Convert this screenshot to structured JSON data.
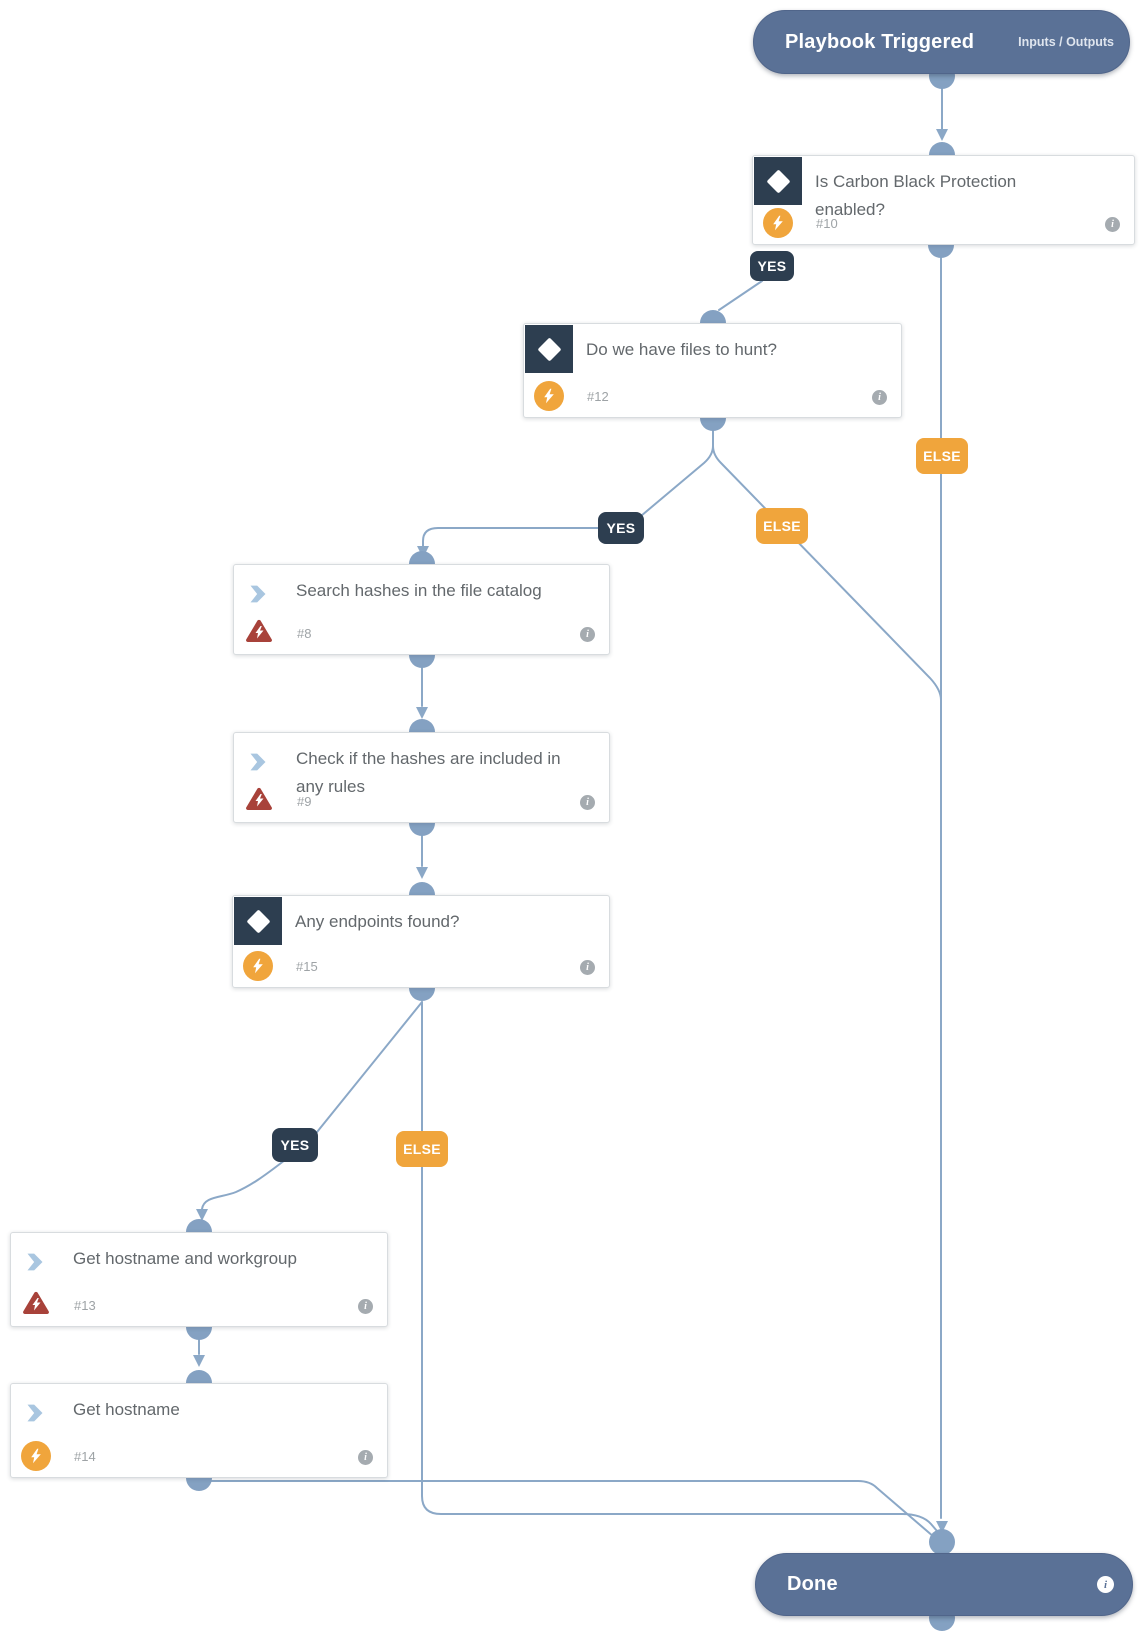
{
  "start": {
    "title": "Playbook Triggered",
    "link": "Inputs / Outputs"
  },
  "end": {
    "title": "Done"
  },
  "labels": {
    "yes": "YES",
    "else": "ELSE"
  },
  "nodes": {
    "n10": {
      "id": "#10",
      "title": "Is Carbon Black Protection enabled?",
      "type": "decision",
      "icons": [
        "diamond-decision-icon",
        "lightning-icon"
      ]
    },
    "n12": {
      "id": "#12",
      "title": "Do we have files to hunt?",
      "type": "decision",
      "icons": [
        "diamond-decision-icon",
        "lightning-icon"
      ]
    },
    "n8": {
      "id": "#8",
      "title": "Search hashes in the file catalog",
      "type": "action",
      "icons": [
        "chevron-action-icon",
        "warning-triangle-icon"
      ]
    },
    "n9": {
      "id": "#9",
      "title": "Check if the hashes are included in any rules",
      "type": "action",
      "icons": [
        "chevron-action-icon",
        "warning-triangle-icon"
      ]
    },
    "n15": {
      "id": "#15",
      "title": "Any endpoints found?",
      "type": "decision",
      "icons": [
        "diamond-decision-icon",
        "lightning-icon"
      ]
    },
    "n13": {
      "id": "#13",
      "title": "Get hostname and workgroup",
      "type": "action",
      "icons": [
        "chevron-action-icon",
        "warning-triangle-icon"
      ]
    },
    "n14": {
      "id": "#14",
      "title": "Get hostname",
      "type": "action",
      "icons": [
        "chevron-action-icon",
        "lightning-icon"
      ]
    }
  },
  "info_glyph": "i",
  "colors": {
    "pill_slate": "#5a7196",
    "badge_navy": "#2d3e50",
    "badge_orange": "#f0a53c",
    "warning_red": "#a8423a",
    "wire_blue": "#8ba8c7",
    "connector_blue": "#84a1c2",
    "chevron_blue": "#a9c6e0"
  }
}
